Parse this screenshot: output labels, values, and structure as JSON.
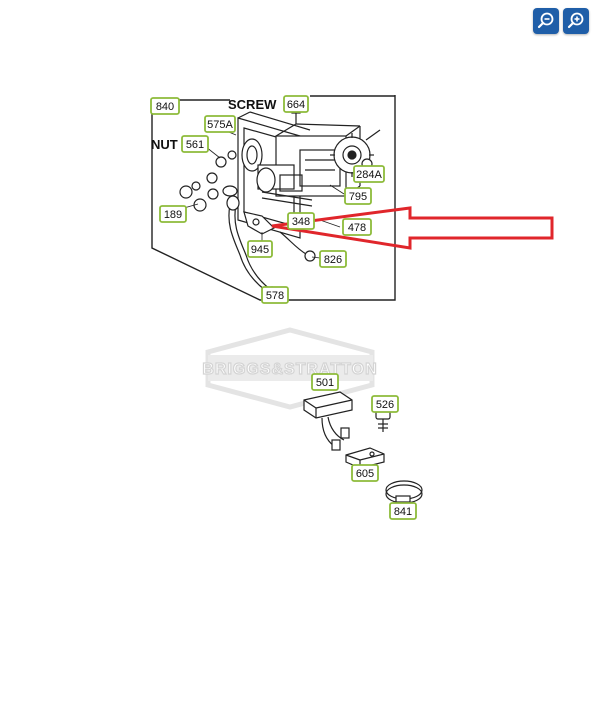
{
  "toolbar": {
    "zoom_out_icon": "zoom-out-icon",
    "zoom_in_icon": "zoom-in-icon",
    "button_color": "#1f5ea8"
  },
  "diagram": {
    "labels": {
      "screw": "SCREW",
      "nut": "NUT"
    },
    "callouts": {
      "c840": "840",
      "c664": "664",
      "c575a": "575A",
      "c561": "561",
      "c284a": "284A",
      "c795": "795",
      "c189": "189",
      "c348": "348",
      "c478": "478",
      "c945": "945",
      "c826": "826",
      "c578": "578",
      "c501": "501",
      "c526": "526",
      "c605": "605",
      "c841": "841"
    },
    "watermark": "BRIGGS&STRATTON",
    "callout_color": "#8dbb3a",
    "arrow_color": "#e0262b"
  }
}
